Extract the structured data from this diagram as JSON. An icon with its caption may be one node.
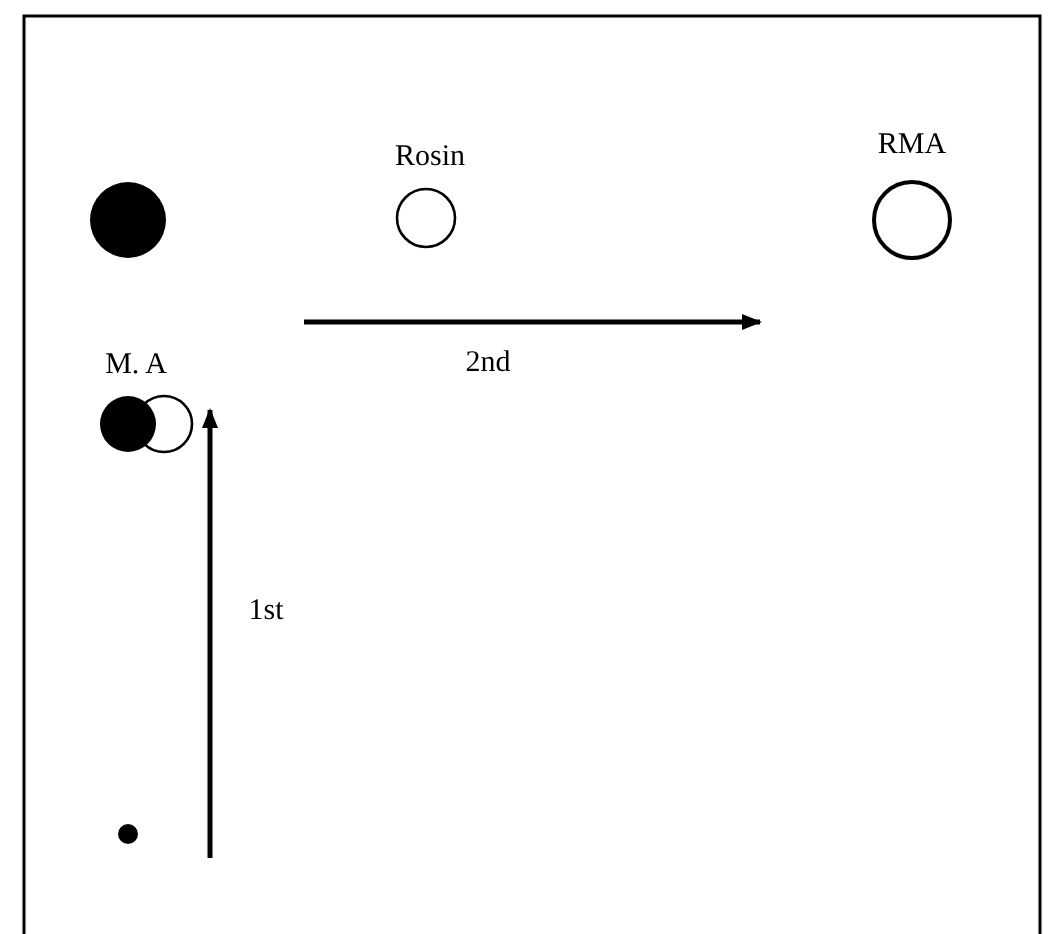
{
  "diagram": {
    "labels": [
      "Rosin",
      "RMA",
      "M. A",
      "2nd",
      "1st"
    ]
  }
}
